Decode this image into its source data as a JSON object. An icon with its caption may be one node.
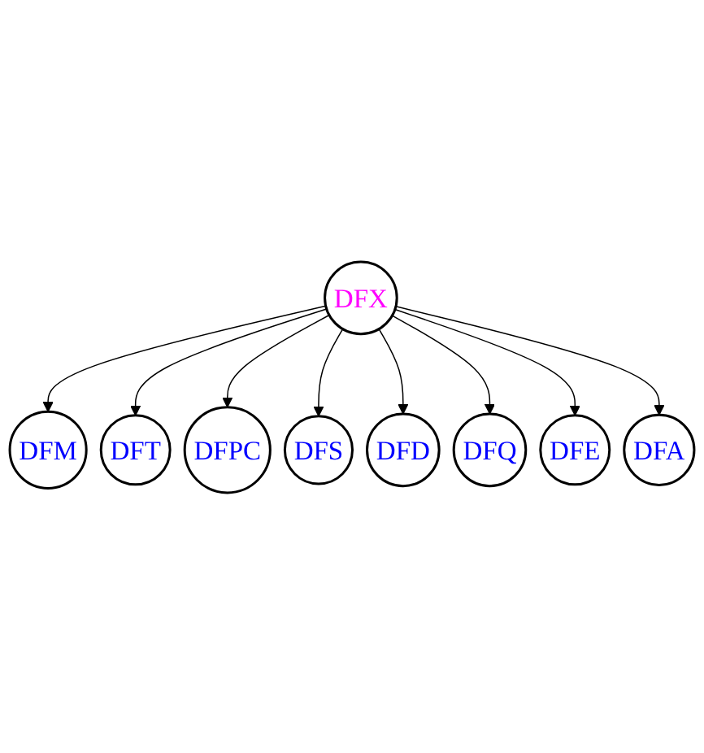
{
  "diagram": {
    "nodes": [
      {
        "text": [
          "DFX"
        ]
      },
      {
        "text": [
          "DFM"
        ]
      },
      {
        "text": [
          "DFT"
        ]
      },
      {
        "text": [
          "DFPC"
        ]
      },
      {
        "text": [
          "DFS"
        ]
      },
      {
        "text": [
          "DFD"
        ]
      },
      {
        "text": [
          "DFQ"
        ]
      },
      {
        "text": [
          "DFE"
        ]
      },
      {
        "text": [
          "DFA"
        ]
      }
    ],
    "edges": [
      {
        "from": 0,
        "to": 1,
        "arrow": "to"
      },
      {
        "from": 0,
        "to": 2,
        "arrow": "to"
      },
      {
        "from": 0,
        "to": 3,
        "arrow": "to"
      },
      {
        "from": 0,
        "to": 4,
        "arrow": "to"
      },
      {
        "from": 0,
        "to": 5,
        "arrow": "to"
      },
      {
        "from": 0,
        "to": 6,
        "arrow": "to"
      },
      {
        "from": 0,
        "to": 7,
        "arrow": "to"
      },
      {
        "from": 0,
        "to": 8,
        "arrow": "to"
      }
    ]
  }
}
